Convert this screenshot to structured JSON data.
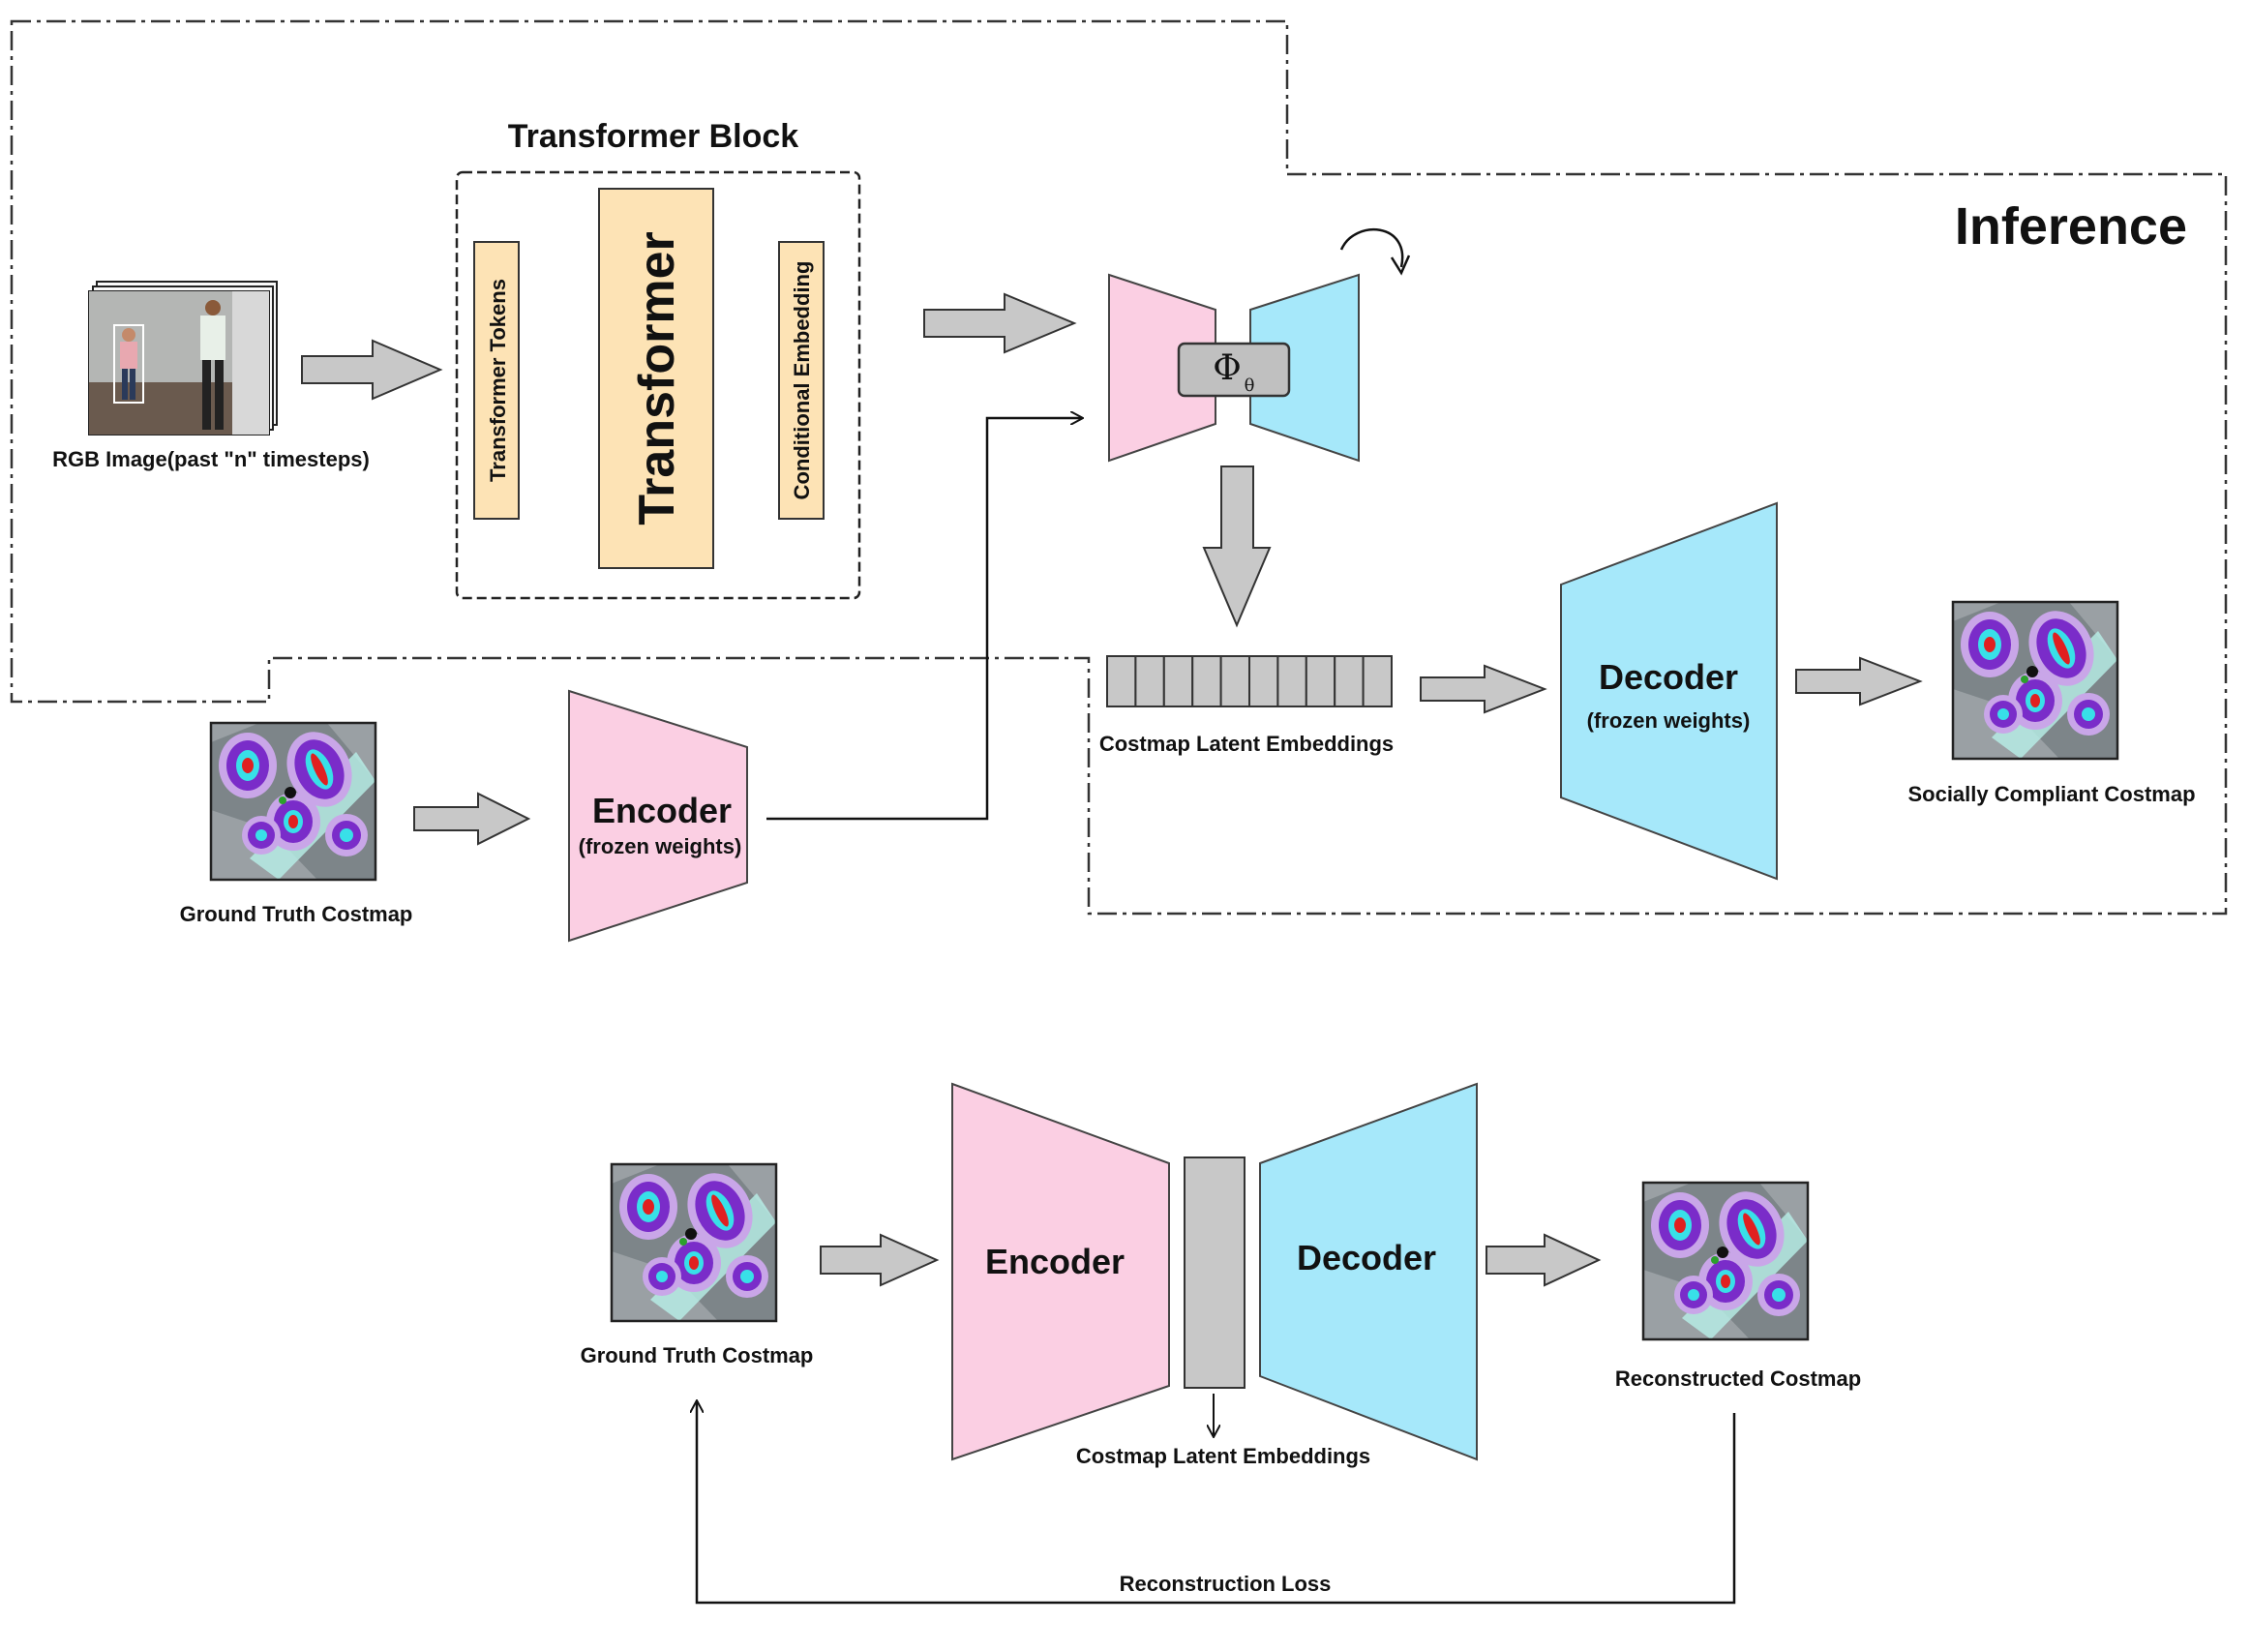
{
  "inference": {
    "title": "Inference",
    "transformer_block_title": "Transformer Block",
    "transformer_tokens": "Transformer Tokens",
    "transformer": "Transformer",
    "conditional_embedding": "Conditional Embedding",
    "rgb_image_caption": "RGB Image(past \"n\" timesteps)",
    "phi_symbol": "Φ",
    "phi_subscript": "θ",
    "latent_caption": "Costmap Latent Embeddings",
    "decoder_title": "Decoder",
    "decoder_sub": "(frozen weights)",
    "encoder_title": "Encoder",
    "encoder_sub": "(frozen weights)",
    "output_caption": "Socially Compliant Costmap",
    "gt_caption": "Ground Truth Costmap",
    "latent_cells": 10
  },
  "training": {
    "gt_caption": "Ground Truth Costmap",
    "encoder_title": "Encoder",
    "decoder_title": "Decoder",
    "latent_caption": "Costmap Latent Embeddings",
    "output_caption": "Reconstructed Costmap",
    "loss_caption": "Reconstruction Loss"
  },
  "colors": {
    "pink": "#fbcfe3",
    "blue": "#a6e8fa",
    "tan": "#fde3b5",
    "gray": "#c8c8c8"
  }
}
